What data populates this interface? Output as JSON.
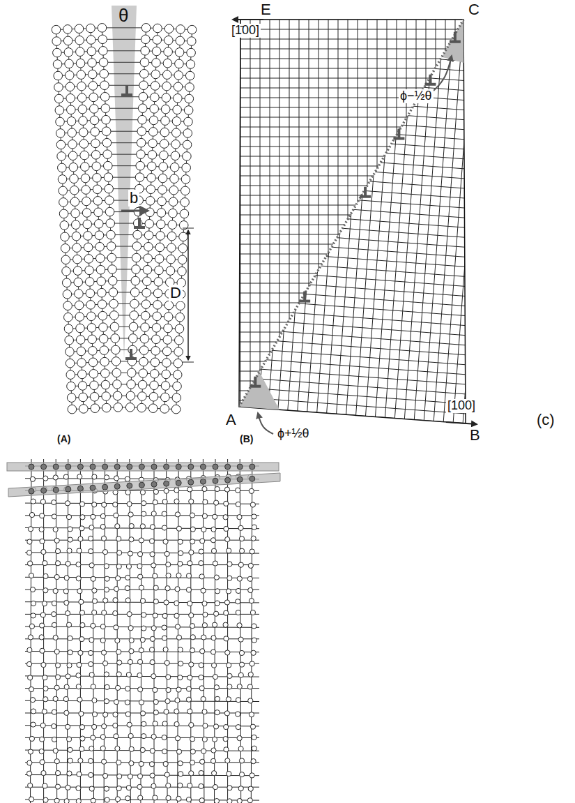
{
  "diagram": {
    "labels": [
      "θ",
      "b",
      "D",
      "(A)",
      "E",
      "[1̄00]",
      "C",
      "ϕ−½θ",
      "ϕ+½θ",
      "A",
      "[100]",
      "B",
      "(B)",
      "(c)"
    ]
  }
}
